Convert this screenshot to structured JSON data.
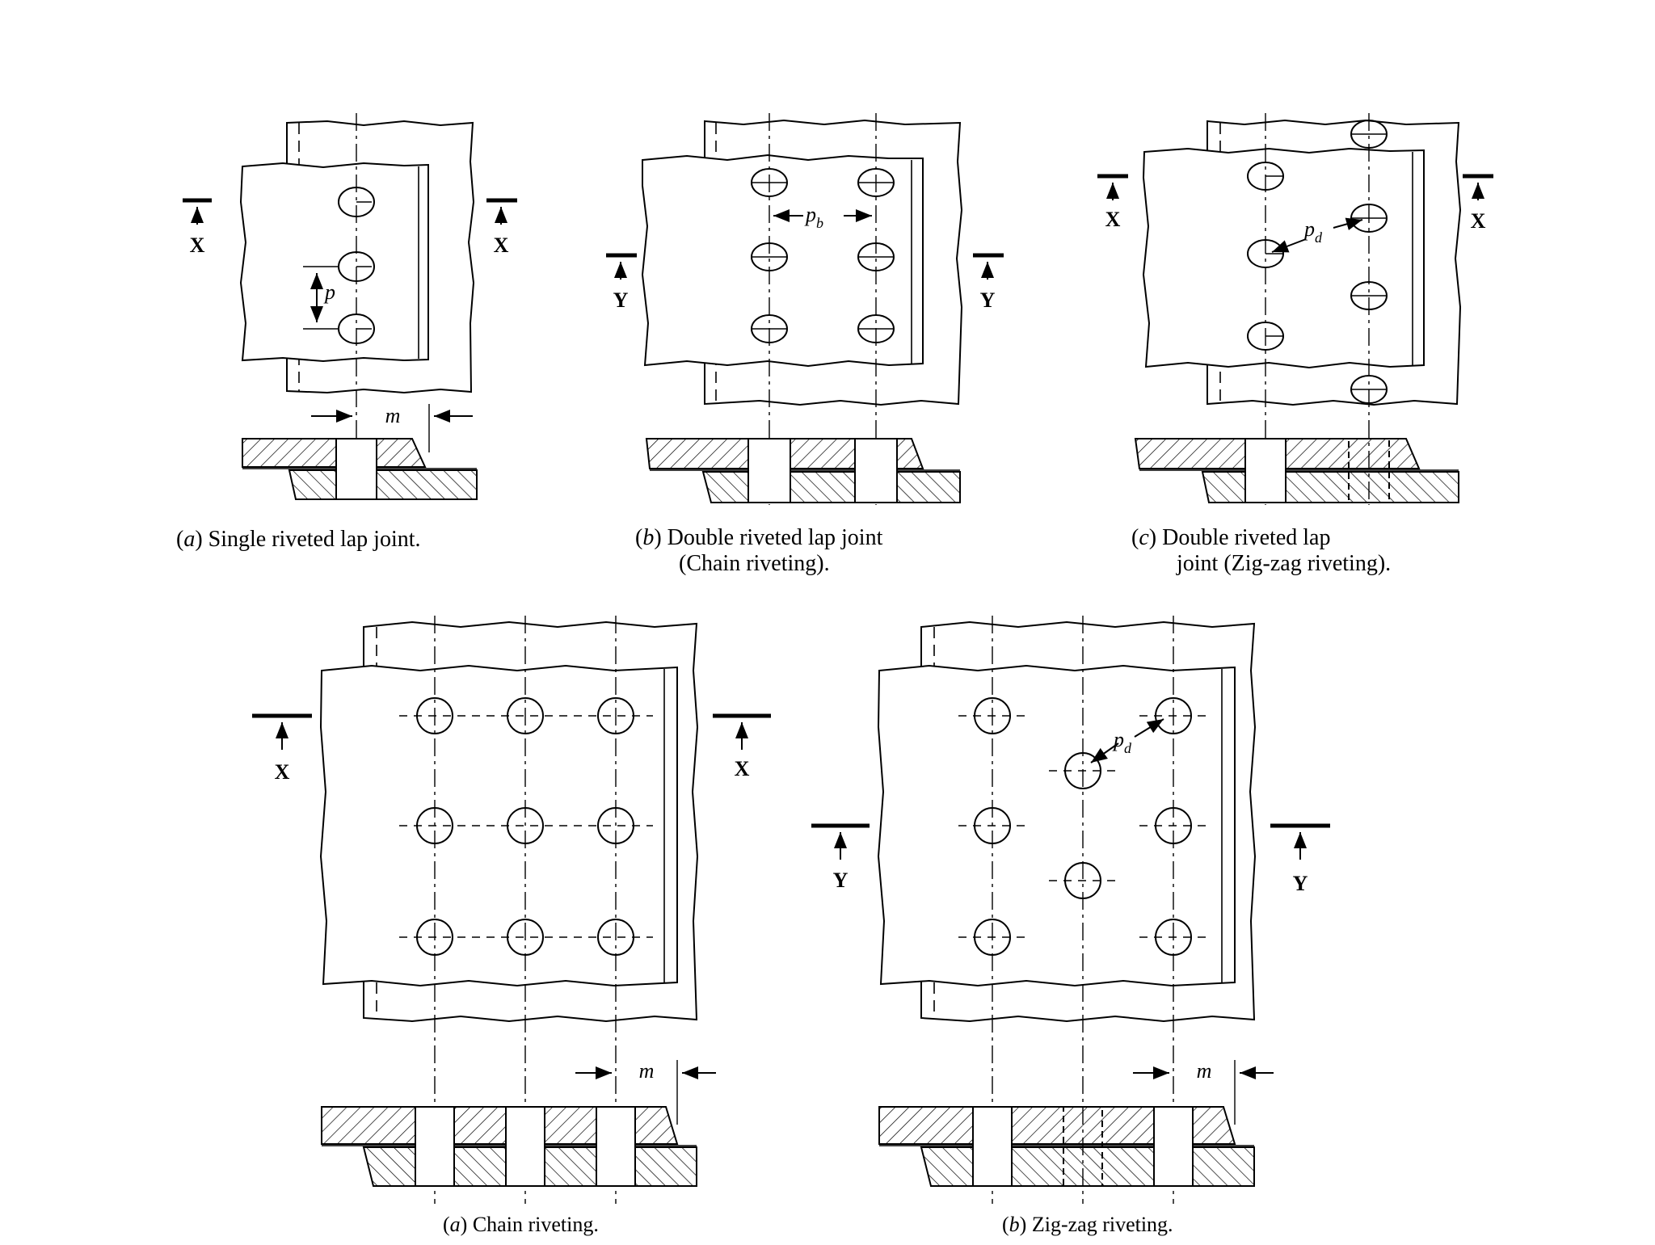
{
  "captions": {
    "a_top_letter": "a",
    "a_top_text": "Single riveted lap joint.",
    "b_top_letter": "b",
    "b_top_line1": "Double riveted lap joint",
    "b_top_line2": "(Chain riveting).",
    "c_top_letter": "c",
    "c_top_line1": "Double riveted lap",
    "c_top_line2": "joint (Zig-zag riveting).",
    "a_bot_letter": "a",
    "a_bot_text": "Chain riveting.",
    "b_bot_letter": "b",
    "b_bot_text": "Zig-zag riveting."
  },
  "section_labels": {
    "x": "X",
    "y": "Y"
  },
  "symbols": {
    "pitch": "p",
    "back_pitch_base": "p",
    "back_pitch_sub": "b",
    "diag_pitch_base": "p",
    "diag_pitch_sub": "d",
    "margin": "m"
  },
  "colors": {
    "line": "#000000",
    "background": "#ffffff"
  }
}
